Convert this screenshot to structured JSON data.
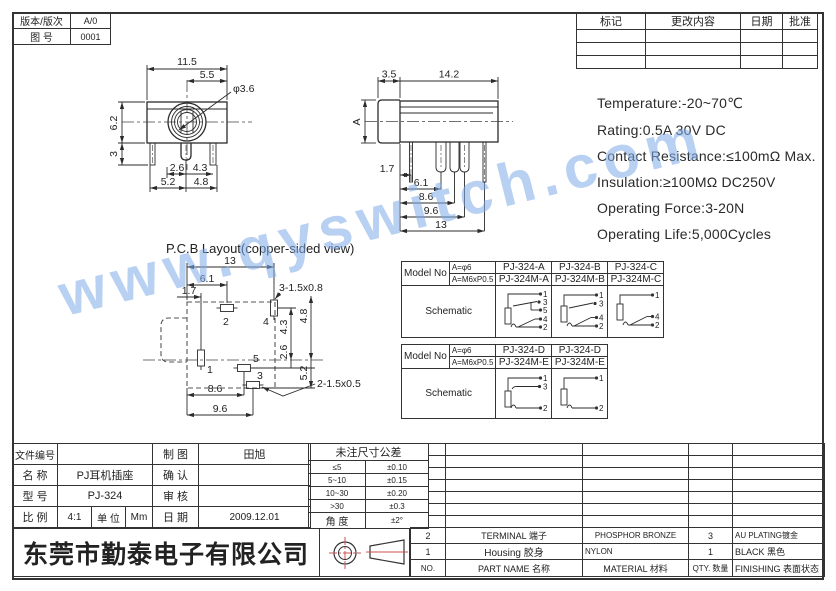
{
  "version_table": {
    "rows": [
      [
        "版本/版次",
        "A/0"
      ],
      [
        "图 号",
        "0001"
      ]
    ]
  },
  "revision_table": {
    "headers": [
      "标记",
      "更改内容",
      "日期",
      "批准"
    ]
  },
  "specs": {
    "lines": [
      "Temperature:-20~70℃",
      "Rating:0.5A 30V DC",
      "Contact Resistance:≤100mΩ Max.",
      "Insulation:≥100MΩ DC250V",
      "Operating Force:3-20N",
      "Operating Life:5,000Cycles"
    ]
  },
  "front_view": {
    "d_top": "11.5",
    "d_inner": "5.5",
    "d_dia": "φ3.6",
    "d_height": "6.2",
    "d_pin": "3",
    "d_p1": "2.6",
    "d_p2": "4.3",
    "d_p3": "5.2",
    "d_p4": "4.8"
  },
  "side_view": {
    "d_bush": "3.5",
    "d_body": "14.2",
    "d_a": "A",
    "d1": "1.7",
    "d2": "6.1",
    "d3": "8.6",
    "d4": "9.6",
    "d5": "13"
  },
  "pcb": {
    "title": "P.C.B Layout(copper-sided view)",
    "d_top": "13",
    "d2": "6.1",
    "d3": "1.7",
    "hole3": "3-1.5x0.8",
    "hole2": "2-1.5x0.5",
    "dr1": "4.3",
    "dr2": "2.6",
    "dr3": "4.8",
    "dr4": "5.2",
    "db1": "8.6",
    "db2": "9.6",
    "p1": "1",
    "p2": "2",
    "p3": "3",
    "p4": "4",
    "p5": "5"
  },
  "model_table1": {
    "label": "Model No",
    "phi": "A=φ6",
    "m6": "A=M6xP0.5",
    "schematic": "Schematic",
    "models_phi": [
      "PJ-324-A",
      "PJ-324-B",
      "PJ-324-C"
    ],
    "models_m6": [
      "PJ-324M-A",
      "PJ-324M-B",
      "PJ-324M-C"
    ]
  },
  "model_table2": {
    "label": "Model No",
    "phi": "A=φ6",
    "m6": "A=M6xP0.5",
    "schematic": "Schematic",
    "models_phi": [
      "PJ-324-D",
      "PJ-324-D"
    ],
    "models_m6": [
      "PJ-324M-E",
      "PJ-324M-E"
    ]
  },
  "pins": {
    "s1": [
      "1",
      "3",
      "5",
      "4",
      "2"
    ],
    "s2": [
      "1",
      "3",
      "4",
      "2"
    ],
    "s3": [
      "1",
      "4",
      "2"
    ],
    "s4": [
      "1",
      "3",
      "2"
    ],
    "s5": [
      "1",
      "2"
    ]
  },
  "title_block": {
    "file_no_label": "文件编号",
    "file_no": "",
    "name_label": "名  称",
    "name": "PJ耳机插座",
    "model_label": "型  号",
    "model": "PJ-324",
    "scale_label": "比  例",
    "scale": "4:1",
    "unit_label": "单 位",
    "unit": "Mm",
    "draw_label": "制  图",
    "drawer": "田旭",
    "confirm_label": "确  认",
    "confirm": "",
    "audit_label": "审  核",
    "audit": "",
    "date_label": "日  期",
    "date": "2009.12.01"
  },
  "tolerance": {
    "title": "未注尺寸公差",
    "rows": [
      [
        "≤5",
        "±0.10"
      ],
      [
        "5~10",
        "±0.15"
      ],
      [
        "10~30",
        "±0.20"
      ],
      [
        ">30",
        "±0.3"
      ],
      [
        "角 度",
        "±2°"
      ]
    ]
  },
  "company": {
    "name": "东莞市勤泰电子有限公司"
  },
  "parts_table": {
    "rows": [
      [
        "2",
        "TERMINAL 端子",
        "PHOSPHOR BRONZE",
        "3",
        "AU PLATING镀金"
      ],
      [
        "1",
        "Housing 胶身",
        "NYLON",
        "1",
        "BLACK 黑色"
      ],
      [
        "NO.",
        "PART NAME 名称",
        "MATERIAL 材料",
        "QTY. 数量",
        "FINISHING 表面状态"
      ]
    ]
  },
  "watermark": {
    "text": "www.qyswitch.com",
    "color": "#7daae8"
  }
}
